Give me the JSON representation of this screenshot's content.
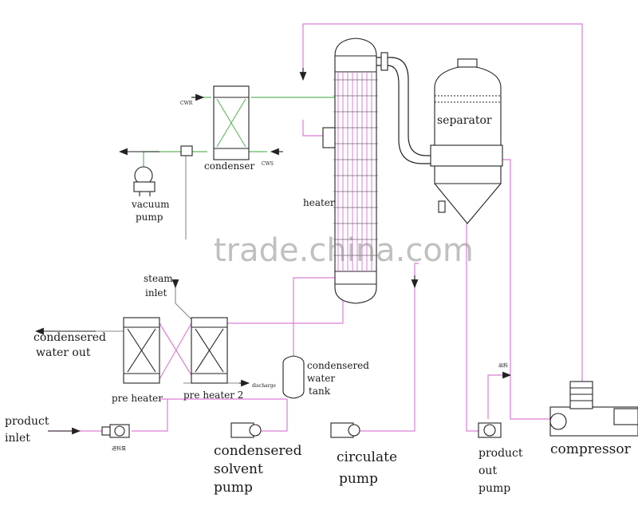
{
  "labels": {
    "separator": "separator",
    "condenser": "condenser",
    "heater": "heater",
    "vacuum_line1": "vacuum",
    "vacuum_line2": "pump",
    "steam_line1": "steam",
    "steam_line2": "inlet",
    "condensed_water_out_line1": "condensered",
    "condensed_water_out_line2": "water out",
    "pre_heater": "pre heater",
    "pre_heater_2": "pre heater 2",
    "discharge": "discharge",
    "water_tank_line1": "condensered",
    "water_tank_line2": "water",
    "water_tank_line3": "tank",
    "product_inlet_line1": "product",
    "product_inlet_line2": "inlet",
    "feed_pump_cn": "进料泵",
    "solvent_pump_line1": "condensered",
    "solvent_pump_line2": "solvent",
    "solvent_pump_line3": "pump",
    "circulate_line1": "circulate",
    "circulate_line2": "pump",
    "product_out_line1": "product",
    "product_out_line2": "out",
    "product_out_line3": "pump",
    "outlet_cn": "出料",
    "compressor": "compressor",
    "cwr": "CWR",
    "cws": "CWS"
  },
  "watermark": "trade.china.com",
  "colors": {
    "line": "#222222",
    "pink": "#d97fd8",
    "green": "#5fb85f",
    "grey": "#8a8a8a"
  }
}
